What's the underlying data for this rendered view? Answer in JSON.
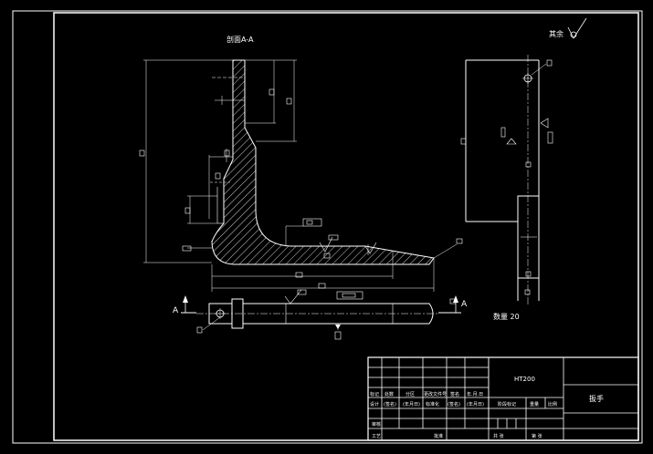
{
  "drawing": {
    "section_label": "剖面A-A",
    "surface_finish_label": "其余",
    "quantity_label": "数量 20",
    "section_marker_left": "A",
    "section_marker_right": "A"
  },
  "title_block": {
    "material": "HT200",
    "part_name": "扳手",
    "header_row": [
      "标记",
      "处数",
      "分区",
      "更改文件号",
      "签名",
      "年.月.日"
    ],
    "design_row": [
      "设计",
      "(签名)",
      "(年月日)",
      "标准化",
      "(签名)",
      "(年月日)"
    ],
    "stage_labels": [
      "阶段标记",
      "重量",
      "比例"
    ],
    "row_labels": [
      "审核",
      "工艺",
      "批准"
    ],
    "sheet_total": "共 张",
    "sheet_no": "第 张"
  },
  "colors": {
    "background": "#000000",
    "line": "#ffffff"
  }
}
